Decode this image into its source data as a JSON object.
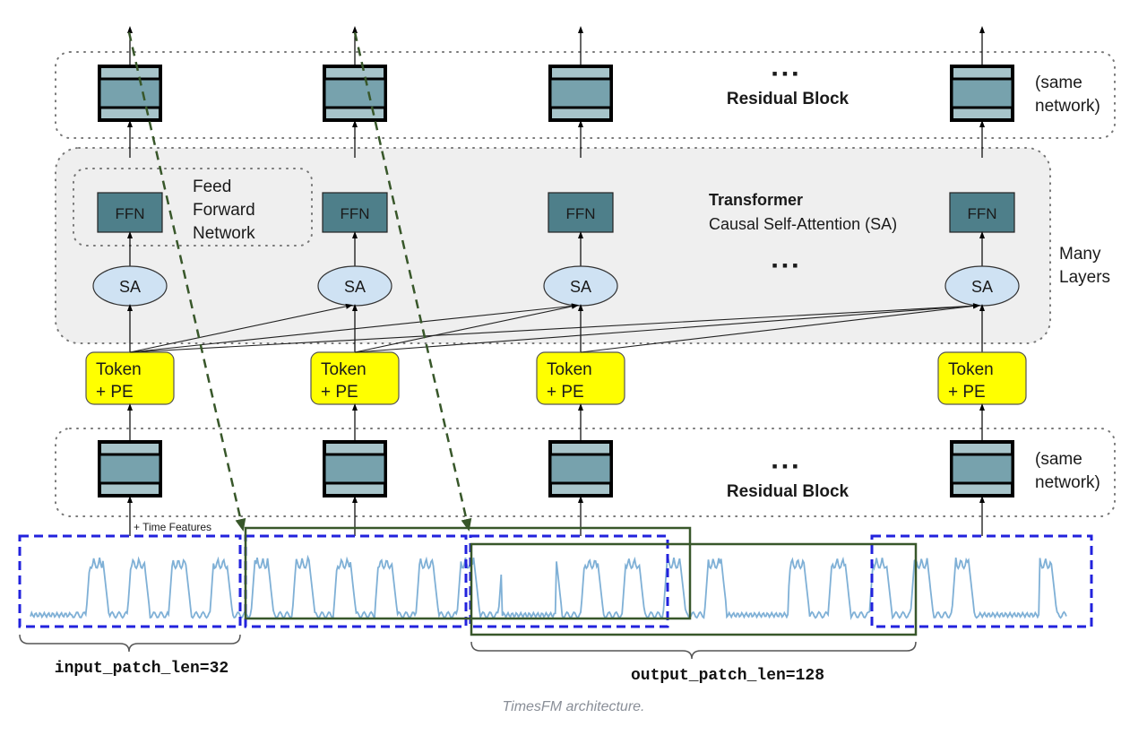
{
  "title": "TimesFM architecture",
  "caption": "TimesFM architecture.",
  "colors": {
    "residual_outer": "#a7c4ca",
    "residual_inner": "#77a2ad",
    "ffn": "#4e7f8a",
    "sa_fill": "#cfe2f3",
    "token_fill": "#ffff00",
    "transformer_bg": "#efefef",
    "input_patch_border": "#2222dd",
    "output_patch_border": "#38572a",
    "series_line": "#7fb0d6",
    "dashed_arrow": "#38572a"
  },
  "top_residual": {
    "dots": "▪ ▪ ▪",
    "label": "Residual Block",
    "note_line1": "(same",
    "note_line2": "network)"
  },
  "transformer": {
    "title": "Transformer",
    "subtitle": "Causal Self-Attention (SA)",
    "dots": "▪ ▪ ▪",
    "ffn_group_line1": "Feed",
    "ffn_group_line2": "Forward",
    "ffn_group_line3": "Network",
    "side_line1": "Many",
    "side_line2": "Layers"
  },
  "columns": [
    {
      "ffn": "FFN",
      "sa": "SA",
      "token_line1": "Token",
      "token_line2": "+ PE"
    },
    {
      "ffn": "FFN",
      "sa": "SA",
      "token_line1": "Token",
      "token_line2": "+ PE"
    },
    {
      "ffn": "FFN",
      "sa": "SA",
      "token_line1": "Token",
      "token_line2": "+ PE"
    },
    {
      "ffn": "FFN",
      "sa": "SA",
      "token_line1": "Token",
      "token_line2": "+ PE"
    }
  ],
  "bottom_residual": {
    "dots": "▪ ▪ ▪",
    "label": "Residual Block",
    "note_line1": "(same",
    "note_line2": "network)"
  },
  "time_features_label": "+ Time Features",
  "input_patch_label": "input_patch_len=32",
  "output_patch_label": "output_patch_len=128"
}
